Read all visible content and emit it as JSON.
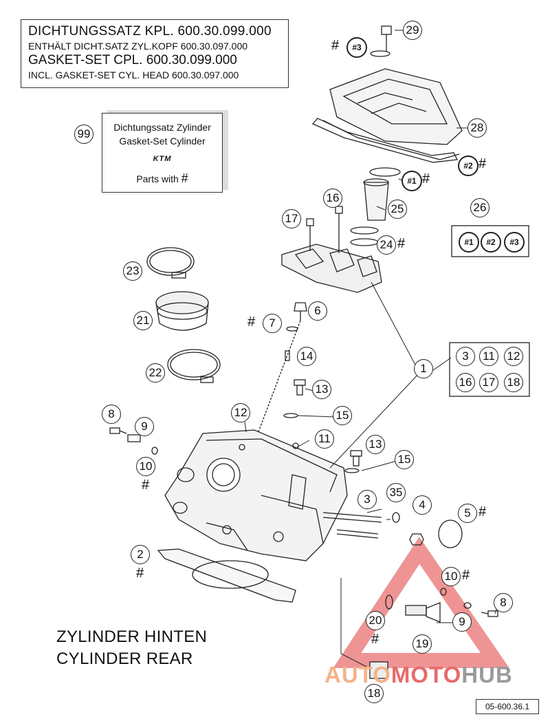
{
  "header": {
    "line1": "DICHTUNGSSATZ KPL. 600.30.099.000",
    "line2": "ENTHÄLT DICHT.SATZ ZYL.KOPF 600.30.097.000",
    "line3": "GASKET-SET CPL.        600.30.099.000",
    "line4": "INCL. GASKET-SET CYL. HEAD 600.30.097.000"
  },
  "kit": {
    "number": "99",
    "line1": "Dichtungssatz Zylinder",
    "line2": "Gasket-Set Cylinder",
    "brand": "KTM",
    "parts_with": "Parts with",
    "hash": "#"
  },
  "title": {
    "line1": "ZYLINDER HINTEN",
    "line2": "CYLINDER REAR"
  },
  "doc_ref": "05-600.36.1",
  "watermark": {
    "part1": "AUTO",
    "part2": "MOTO",
    "part3": "HUB"
  },
  "colors": {
    "line": "#222222",
    "accent_red": "#e23c3c",
    "watermark_orange": "#f5b28a",
    "watermark_gray": "#9a9a9a"
  },
  "group_1": [
    "3",
    "11",
    "12",
    "16",
    "17",
    "18"
  ],
  "group_26": [
    "#1",
    "#2",
    "#3"
  ],
  "callouts": [
    {
      "label": "29",
      "hash": ""
    },
    {
      "label": "#3",
      "hash": "#"
    },
    {
      "label": "28",
      "hash": ""
    },
    {
      "label": "#2",
      "hash": "#"
    },
    {
      "label": "#1",
      "hash": "#"
    },
    {
      "label": "25",
      "hash": ""
    },
    {
      "label": "24",
      "hash": "#"
    },
    {
      "label": "16",
      "hash": ""
    },
    {
      "label": "17",
      "hash": ""
    },
    {
      "label": "26",
      "hash": ""
    },
    {
      "label": "23",
      "hash": ""
    },
    {
      "label": "21",
      "hash": ""
    },
    {
      "label": "22",
      "hash": ""
    },
    {
      "label": "6",
      "hash": ""
    },
    {
      "label": "7",
      "hash": "#"
    },
    {
      "label": "14",
      "hash": ""
    },
    {
      "label": "1",
      "hash": ""
    },
    {
      "label": "13",
      "hash": ""
    },
    {
      "label": "15",
      "hash": ""
    },
    {
      "label": "12",
      "hash": ""
    },
    {
      "label": "11",
      "hash": ""
    },
    {
      "label": "8",
      "hash": ""
    },
    {
      "label": "9",
      "hash": ""
    },
    {
      "label": "10",
      "hash": "#"
    },
    {
      "label": "13",
      "hash": ""
    },
    {
      "label": "15",
      "hash": ""
    },
    {
      "label": "3",
      "hash": ""
    },
    {
      "label": "35",
      "hash": ""
    },
    {
      "label": "4",
      "hash": ""
    },
    {
      "label": "5",
      "hash": "#"
    },
    {
      "label": "2",
      "hash": "#"
    },
    {
      "label": "10",
      "hash": "#"
    },
    {
      "label": "8",
      "hash": ""
    },
    {
      "label": "20",
      "hash": "#"
    },
    {
      "label": "9",
      "hash": ""
    },
    {
      "label": "19",
      "hash": ""
    },
    {
      "label": "18",
      "hash": ""
    }
  ]
}
